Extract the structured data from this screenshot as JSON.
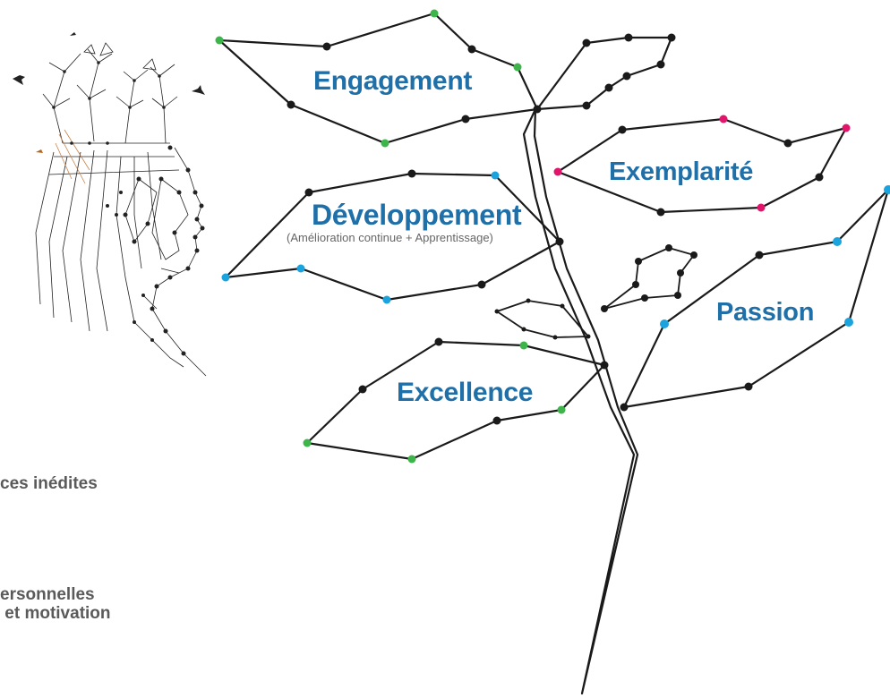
{
  "leaves": {
    "engagement": {
      "title": "Engagement",
      "dot_color": "#3db54a"
    },
    "exemplarite": {
      "title": "Exemplarité",
      "dot_color": "#e0156b"
    },
    "developpement": {
      "title": "Développement",
      "subtitle": "(Amélioration continue + Apprentissage)",
      "dot_color": "#1aa3dd"
    },
    "passion": {
      "title": "Passion",
      "dot_color": "#1aa3dd"
    },
    "excellence": {
      "title": "Excellence",
      "dot_color": "#3db54a"
    }
  },
  "side_texts": {
    "line1": "ces inédites",
    "line2": "ersonnelles\n et motivation"
  },
  "colors": {
    "title_blue": "#1f6fa8",
    "line": "#1a1a1a",
    "node_black": "#1a1a1a",
    "green": "#3db54a",
    "pink": "#e0156b",
    "cyan": "#1aa3dd",
    "side_text_gray": "#5a5a5a"
  },
  "illustration": {
    "icon": "polygonal-head-with-sprouting-plants-icon"
  }
}
